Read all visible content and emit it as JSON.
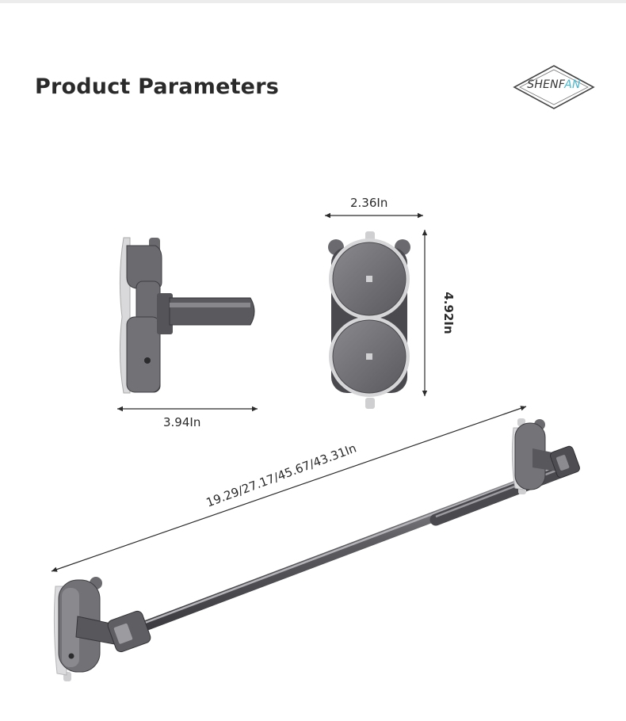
{
  "header": {
    "title": "Product Parameters",
    "logo_brand": "SHENF",
    "logo_brand_accent": "AN"
  },
  "dimensions": {
    "side_view_width": "3.94In",
    "front_view_width": "2.36In",
    "front_view_height": "4.92In",
    "bar_length": "19.29/27.17/45.67/43.31In"
  },
  "colors": {
    "product_grey": "#6f6f72",
    "logo_accent": "#47b9cf"
  }
}
